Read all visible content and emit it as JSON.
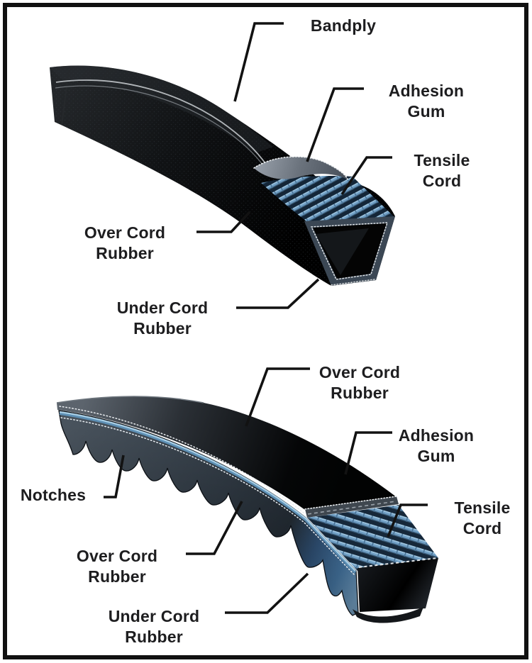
{
  "page": {
    "background": "#ffffff",
    "frame_color": "#111111"
  },
  "colors": {
    "cord_blue": "#6f9ec4",
    "stripe_blue": "#a9cfe6",
    "under_cord_blue": "#4f86b8",
    "belt_black": "#0a0c0e",
    "label_text": "#1d1d1f",
    "leader_line": "#121212"
  },
  "diagrams": {
    "wrapped_belt": {
      "name": "wrapped-v-belt-cutaway",
      "labels": {
        "bandply": {
          "l1": "Bandply",
          "l2": ""
        },
        "adhesion_gum": {
          "l1": "Adhesion",
          "l2": "Gum"
        },
        "tensile_cord": {
          "l1": "Tensile",
          "l2": "Cord"
        },
        "over_cord_rubber": {
          "l1": "Over Cord",
          "l2": "Rubber"
        },
        "under_cord_rubber": {
          "l1": "Under Cord",
          "l2": "Rubber"
        }
      }
    },
    "notched_belt": {
      "name": "notched-v-belt-cutaway",
      "labels": {
        "over_cord_rubber_top": {
          "l1": "Over Cord",
          "l2": "Rubber"
        },
        "adhesion_gum": {
          "l1": "Adhesion",
          "l2": "Gum"
        },
        "tensile_cord": {
          "l1": "Tensile",
          "l2": "Cord"
        },
        "notches": {
          "l1": "Notches",
          "l2": ""
        },
        "over_cord_rubber_side": {
          "l1": "Over Cord",
          "l2": "Rubber"
        },
        "under_cord_rubber": {
          "l1": "Under Cord",
          "l2": "Rubber"
        }
      }
    }
  }
}
